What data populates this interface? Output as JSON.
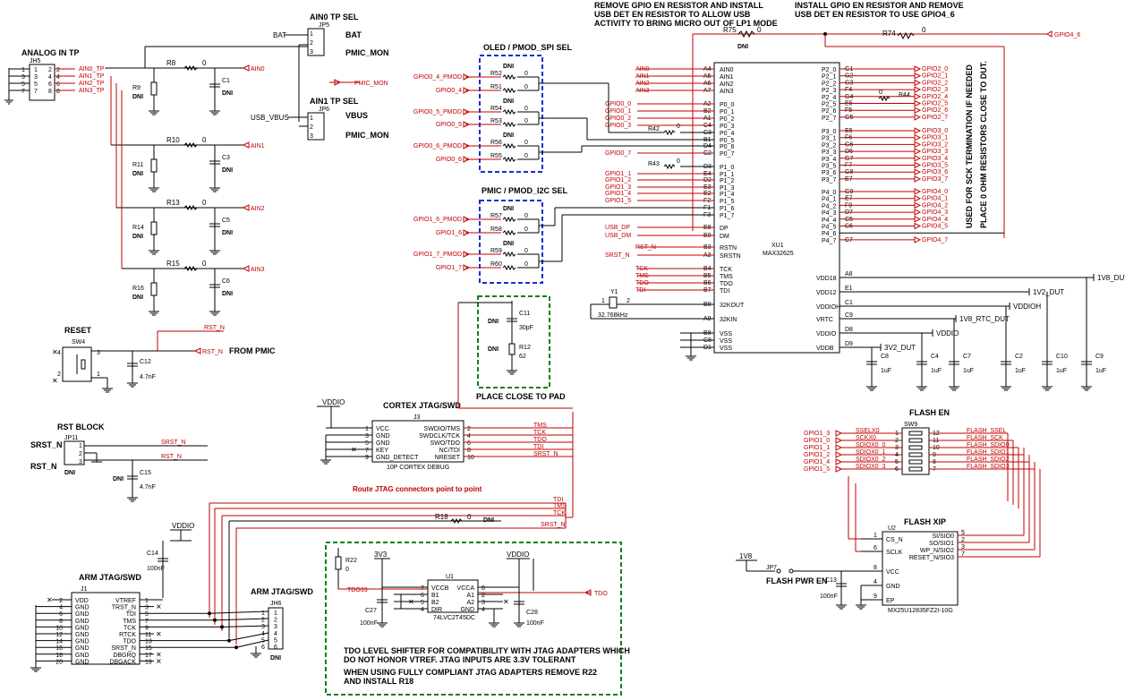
{
  "sections": {
    "analog_in_tp": "ANALOG IN TP",
    "ain0_tp_sel": "AIN0 TP SEL",
    "ain1_tp_sel": "AIN1 TP SEL",
    "oled_pmod": "OLED / PMOD_SPI SEL",
    "pmic_pmod": "PMIC / PMOD_I2C SEL",
    "reset": "RESET",
    "rst_block": "RST BLOCK",
    "cortex_jtag": "CORTEX JTAG/SWD",
    "arm_jtag1": "ARM JTAG/SWD",
    "arm_jtag2": "ARM JTAG/SWD",
    "flash_en": "FLASH EN",
    "flash_xip": "FLASH XIP",
    "place_close": "PLACE CLOSE TO PAD"
  },
  "notes": {
    "remove_gpio_1": "REMOVE GPIO EN RESISTOR AND INSTALL",
    "remove_gpio_2": "USB DET EN RESISTOR TO ALLOW USB",
    "remove_gpio_3": "ACTIVITY TO BRING MICRO OUT OF LP1 MODE",
    "install_gpio_1": "INSTALL GPIO EN RESISTOR AND REMOVE",
    "install_gpio_2": "USB DET EN RESISTOR TO USE GPIO4_6",
    "sck_1": "USED FOR SCK TERMINATION IF NEEDED",
    "sck_2": "PLACE 0 OHM RESISTORS CLOSE TO DUT.",
    "route_jtag": "Route JTAG connectors point to point",
    "tdo_1": "TDO LEVEL SHIFTER FOR COMPATIBILITY WITH JTAG ADAPTERS WHICH",
    "tdo_2": "DO NOT HONOR VTREF. JTAG INPUTS ARE 3.3V TOLERANT",
    "tdo_3": "WHEN USING FULLY COMPLIANT JTAG ADAPTERS REMOVE R22",
    "tdo_4": "AND INSTALL R18",
    "from_pmic": "FROM PMIC"
  },
  "mcu": {
    "ref": "XU1",
    "part": "MAX32625",
    "left_pins": [
      {
        "num": "A4",
        "name": "AIN0",
        "net": "AIN0"
      },
      {
        "num": "A5",
        "name": "AIN1",
        "net": "AIN1"
      },
      {
        "num": "A6",
        "name": "AIN2",
        "net": "AIN2"
      },
      {
        "num": "A7",
        "name": "AIN3",
        "net": "AIN3"
      },
      {
        "num": "A2",
        "name": "P0_0",
        "net": "GPIO0_0"
      },
      {
        "num": "B2",
        "name": "P0_1",
        "net": "GPIO0_1"
      },
      {
        "num": "A1",
        "name": "P0_2",
        "net": "GPIO0_2"
      },
      {
        "num": "C4",
        "name": "P0_3",
        "net": "GPIO0_3"
      },
      {
        "num": "C3",
        "name": "P0_4",
        "net": ""
      },
      {
        "num": "B1",
        "name": "P0_5",
        "net": ""
      },
      {
        "num": "D4",
        "name": "P0_6",
        "net": ""
      },
      {
        "num": "C2",
        "name": "P0_7",
        "net": "GPIO0_7"
      },
      {
        "num": "D3",
        "name": "P1_0",
        "net": ""
      },
      {
        "num": "E4",
        "name": "P1_1",
        "net": "GPIO1_1"
      },
      {
        "num": "D2",
        "name": "P1_2",
        "net": "GPIO1_2"
      },
      {
        "num": "E3",
        "name": "P1_3",
        "net": "GPIO1_3"
      },
      {
        "num": "E2",
        "name": "P1_4",
        "net": "GPIO1_4"
      },
      {
        "num": "F2",
        "name": "P1_5",
        "net": "GPIO1_5"
      },
      {
        "num": "F1",
        "name": "P1_6",
        "net": ""
      },
      {
        "num": "F3",
        "name": "P1_7",
        "net": ""
      },
      {
        "num": "E8",
        "name": "DP",
        "net": "USB_DP"
      },
      {
        "num": "E9",
        "name": "DM",
        "net": "USB_DM"
      },
      {
        "num": "B3",
        "name": "RSTN",
        "net": "RST_N"
      },
      {
        "num": "A3",
        "name": "SRSTN",
        "net": "SRST_N"
      },
      {
        "num": "B4",
        "name": "TCK",
        "net": "TCK"
      },
      {
        "num": "B5",
        "name": "TMS",
        "net": "TMS"
      },
      {
        "num": "B6",
        "name": "TDO",
        "net": "TDO"
      },
      {
        "num": "B7",
        "name": "TDI",
        "net": "TDI"
      },
      {
        "num": "B9",
        "name": "32KOUT",
        "net": ""
      },
      {
        "num": "A9",
        "name": "32KIN",
        "net": ""
      },
      {
        "num": "B8",
        "name": "VSS",
        "net": ""
      },
      {
        "num": "C8",
        "name": "VSS",
        "net": ""
      },
      {
        "num": "D1",
        "name": "VSS",
        "net": ""
      }
    ],
    "right_pins_a": [
      {
        "num": "G1",
        "name": "P2_0",
        "net": "GPIO2_0"
      },
      {
        "num": "G2",
        "name": "P2_1",
        "net": "GPIO2_1"
      },
      {
        "num": "G3",
        "name": "P2_2",
        "net": "GPIO2_2"
      },
      {
        "num": "F4",
        "name": "P2_3",
        "net": "GPIO2_3"
      },
      {
        "num": "G4",
        "name": "P2_4",
        "net": "GPIO2_4"
      },
      {
        "num": "E5",
        "name": "P2_5",
        "net": "GPIO2_5"
      },
      {
        "num": "F5",
        "name": "P2_6",
        "net": "GPIO2_6"
      },
      {
        "num": "G5",
        "name": "P2_7",
        "net": "GPIO2_7"
      }
    ],
    "right_pins_b": [
      {
        "num": "E6",
        "name": "P3_0",
        "net": "GPIO3_0"
      },
      {
        "num": "F6",
        "name": "P3_1",
        "net": "GPIO3_1"
      },
      {
        "num": "G6",
        "name": "P3_2",
        "net": "GPIO3_2"
      },
      {
        "num": "D6",
        "name": "P3_3",
        "net": "GPIO3_3"
      },
      {
        "num": "G7",
        "name": "P3_4",
        "net": "GPIO3_4"
      },
      {
        "num": "F7",
        "name": "P3_5",
        "net": "GPIO3_5"
      },
      {
        "num": "G8",
        "name": "P3_6",
        "net": "GPIO3_6"
      },
      {
        "num": "E7",
        "name": "P3_7",
        "net": "GPIO3_7"
      }
    ],
    "right_pins_c": [
      {
        "num": "G9",
        "name": "P4_0",
        "net": "GPIO4_0"
      },
      {
        "num": "E7",
        "name": "P4_1",
        "net": "GPIO4_1"
      },
      {
        "num": "F9",
        "name": "P4_2",
        "net": "GPIO4_2"
      },
      {
        "num": "D7",
        "name": "P4_3",
        "net": "GPIO4_3"
      },
      {
        "num": "C5",
        "name": "P4_4",
        "net": "GPIO4_4"
      },
      {
        "num": "C6",
        "name": "P4_5",
        "net": "GPIO4_5"
      },
      {
        "num": "",
        "name": "P4_6",
        "net": ""
      },
      {
        "num": "C7",
        "name": "P4_7",
        "net": "GPIO4_7"
      }
    ],
    "power_pins": [
      {
        "num": "A8",
        "name": "VDD18",
        "net": "1V8_DUT"
      },
      {
        "num": "E1",
        "name": "VDD12",
        "net": "1V2_DUT"
      },
      {
        "num": "C1",
        "name": "VDDIOH",
        "net": "VDDIOH"
      },
      {
        "num": "C9",
        "name": "VRTC",
        "net": "1V8_RTC_DUT"
      },
      {
        "num": "D8",
        "name": "VDDIO",
        "net": "VDDIO"
      },
      {
        "num": "D9",
        "name": "VDDB",
        "net": "3V2_DUT"
      }
    ]
  },
  "top": {
    "r75": "R75",
    "r75_val": "0",
    "r75_dni": "DNI",
    "r74": "R74",
    "r74_val": "0",
    "gpio4_6": "GPIO4_6",
    "r44": "R44",
    "r44_val": "0",
    "r42": "R42",
    "r42_val": "0",
    "r43": "R43",
    "r43_val": "0"
  },
  "analog": {
    "jh5": "JH5",
    "pins_left": [
      "1",
      "3",
      "5",
      "7"
    ],
    "pins_right": [
      "2",
      "4",
      "6",
      "8"
    ],
    "nets": [
      "AIN0_TP",
      "AIN1_TP",
      "AIN2_TP",
      "AIN3_TP"
    ],
    "rows": [
      {
        "r": "R8",
        "rv": "0",
        "rp": "R9",
        "c": "C1",
        "net": "AIN0"
      },
      {
        "r": "R10",
        "rv": "0",
        "rp": "R11",
        "c": "C3",
        "net": "AIN1"
      },
      {
        "r": "R13",
        "rv": "0",
        "rp": "R14",
        "c": "C5",
        "net": "AIN2"
      },
      {
        "r": "R15",
        "rv": "0",
        "rp": "R16",
        "c": "C6",
        "net": "AIN3"
      }
    ],
    "dni": "DNI"
  },
  "jp5": {
    "ref": "JP5",
    "bat": "BAT",
    "bat_lbl": "BAT",
    "pmic": "PMIC_MON",
    "p1": "1",
    "p2": "2",
    "p3": "3"
  },
  "jp6": {
    "ref": "JP6",
    "vbus_net": "USB_VBUS",
    "vbus": "VBUS",
    "pmic": "PMIC_MON",
    "p1": "1",
    "p2": "2",
    "p3": "3"
  },
  "pmic_mon_net": "PMIC_MON",
  "oled": [
    {
      "net": "GPIO0_4_PMOD",
      "r": "R52",
      "v": "0",
      "dni": "DNI"
    },
    {
      "net": "GPIO0_4",
      "r": "R51",
      "v": "0"
    },
    {
      "net": "GPIO0_5_PMOD",
      "r": "R54",
      "v": "0",
      "dni": "DNI"
    },
    {
      "net": "GPIO0_5",
      "r": "R53",
      "v": "0"
    },
    {
      "net": "GPIO0_6_PMOD",
      "r": "R56",
      "v": "0",
      "dni": "DNI"
    },
    {
      "net": "GPIO0_6",
      "r": "R55",
      "v": "0"
    }
  ],
  "pmic": [
    {
      "net": "GPIO1_6_PMOD",
      "r": "R57",
      "v": "0",
      "dni": "DNI"
    },
    {
      "net": "GPIO1_6",
      "r": "R58",
      "v": "0"
    },
    {
      "net": "GPIO1_7_PMOD",
      "r": "R59",
      "v": "0",
      "dni": "DNI"
    },
    {
      "net": "GPIO1_7",
      "r": "R60",
      "v": "0"
    }
  ],
  "crystal": {
    "ref": "Y1",
    "val": "32.768kHz",
    "p1": "1",
    "p2": "2"
  },
  "c11": {
    "ref": "C11",
    "val": "30pF",
    "dni": "DNI"
  },
  "r12": {
    "ref": "R12",
    "val": "62",
    "dni": "DNI"
  },
  "decoupling": [
    {
      "ref": "C8",
      "val": "1uF"
    },
    {
      "ref": "C4",
      "val": "1uF"
    },
    {
      "ref": "C7",
      "val": "1uF"
    },
    {
      "ref": "C2",
      "val": "1uF"
    },
    {
      "ref": "C10",
      "val": "1uF"
    },
    {
      "ref": "C9",
      "val": "1uF"
    }
  ],
  "reset_blk": {
    "sw": "SW4",
    "p4": "4",
    "p3": "3",
    "p2": "2",
    "p1": "1",
    "rst": "RST_N",
    "c": "C12",
    "cv": "4.7nF"
  },
  "rst_block": {
    "jp": "JP11",
    "srst": "SRST_N",
    "rst": "RST_N",
    "srst_lbl": "SRST_N",
    "rst_lbl": "RST_N",
    "p1": "1",
    "p2": "2",
    "p3": "3",
    "c": "C15",
    "cv": "4.7nF",
    "dni": "DNI"
  },
  "j3": {
    "ref": "J3",
    "part": "10P CORTEX DEBUG",
    "vddio": "VDDIO",
    "left": [
      {
        "n": "1",
        "name": "VCC"
      },
      {
        "n": "3",
        "name": "GND"
      },
      {
        "n": "5",
        "name": "GND"
      },
      {
        "n": "7",
        "name": "KEY"
      },
      {
        "n": "9",
        "name": "GND_DETECT"
      }
    ],
    "right": [
      {
        "n": "2",
        "name": "SWDIO/TMS",
        "net": "TMS"
      },
      {
        "n": "4",
        "name": "SWDCLK/TCK",
        "net": "TCK"
      },
      {
        "n": "6",
        "name": "SWO/TDO",
        "net": "TDO"
      },
      {
        "n": "8",
        "name": "NC/TDI",
        "net": "TDI"
      },
      {
        "n": "10",
        "name": "NRESET",
        "net": "SRST_N"
      }
    ]
  },
  "j1": {
    "ref": "J1",
    "vddio": "VDDIO",
    "c14": "C14",
    "c14v": "100nF",
    "left": [
      {
        "n": "2",
        "name": "VDD"
      },
      {
        "n": "4",
        "name": "GND"
      },
      {
        "n": "6",
        "name": "GND"
      },
      {
        "n": "8",
        "name": "GND"
      },
      {
        "n": "10",
        "name": "GND"
      },
      {
        "n": "12",
        "name": "GND"
      },
      {
        "n": "14",
        "name": "GND"
      },
      {
        "n": "16",
        "name": "GND"
      },
      {
        "n": "18",
        "name": "GND"
      },
      {
        "n": "20",
        "name": "GND"
      }
    ],
    "right": [
      {
        "n": "1",
        "name": "VTREF"
      },
      {
        "n": "3",
        "name": "TRST_N"
      },
      {
        "n": "5",
        "name": "TDI"
      },
      {
        "n": "7",
        "name": "TMS"
      },
      {
        "n": "9",
        "name": "TCK"
      },
      {
        "n": "11",
        "name": "RTCK"
      },
      {
        "n": "13",
        "name": "TDO"
      },
      {
        "n": "15",
        "name": "SRST_N"
      },
      {
        "n": "17",
        "name": "DBGRQ"
      },
      {
        "n": "19",
        "name": "DBGACK"
      }
    ]
  },
  "jh6": {
    "ref": "JH6",
    "pins": [
      "1",
      "2",
      "3",
      "4",
      "5",
      "6"
    ],
    "dni": "DNI"
  },
  "jtag_nets": {
    "tdi": "TDI",
    "tms": "TMS",
    "tck": "TCK",
    "srst": "SRST_N",
    "r18": "R18",
    "r18v": "0",
    "r18dni": "DNI"
  },
  "u1": {
    "ref": "U1",
    "part": "74LVC2T45DC",
    "v33": "3V3",
    "vddio": "VDDIO",
    "left": [
      {
        "n": "7",
        "name": "VCCB"
      },
      {
        "n": "6",
        "name": "B1"
      },
      {
        "n": "5",
        "name": "B2"
      },
      {
        "n": "4",
        "name": "DIR"
      }
    ],
    "right": [
      {
        "n": "8",
        "name": "VCCA"
      },
      {
        "n": "2",
        "name": "A1"
      },
      {
        "n": "3",
        "name": "A2"
      },
      {
        "n": "4",
        "name": "GND"
      }
    ],
    "r22": "R22",
    "r22v": "0",
    "tdo33": "TDO33",
    "tdo": "TDO",
    "c27": "C27",
    "c27v": "100nF",
    "c28": "C28",
    "c28v": "100nF"
  },
  "sw9": {
    "ref": "SW9",
    "rows": [
      {
        "in": "GPIO1_3",
        "net": "SSELX0",
        "l": "1",
        "r": "12",
        "out": "FLASH_SSEL"
      },
      {
        "in": "GPIO1_0",
        "net": "SCKX0",
        "l": "2",
        "r": "11",
        "out": "FLASH_SCK"
      },
      {
        "in": "GPIO1_1",
        "net": "SDIOX0_0",
        "l": "3",
        "r": "10",
        "out": "FLASH_SDIO0"
      },
      {
        "in": "GPIO1_2",
        "net": "SDIOX0_1",
        "l": "4",
        "r": "9",
        "out": "FLASH_SDIO1"
      },
      {
        "in": "GPIO1_4",
        "net": "SDIOX0_2",
        "l": "5",
        "r": "8",
        "out": "FLASH_SDIO2"
      },
      {
        "in": "GPIO1_5",
        "net": "SDIOX0_3",
        "l": "6",
        "r": "7",
        "out": "FLASH_SDIO3"
      }
    ]
  },
  "u2": {
    "ref": "U2",
    "part": "MX25U12835FZ2I-10G",
    "left": [
      {
        "n": "1",
        "name": "CS_N"
      },
      {
        "n": "6",
        "name": "SCLK"
      },
      {
        "n": "8",
        "name": "VCC"
      },
      {
        "n": "4",
        "name": "GND"
      },
      {
        "n": "9",
        "name": "EP"
      }
    ],
    "right": [
      {
        "n": "5",
        "name": "SI/SIO0"
      },
      {
        "n": "2",
        "name": "SO/SIO1"
      },
      {
        "n": "3",
        "name": "WP_N/SIO2"
      },
      {
        "n": "7",
        "name": "RESET_N/SIO3"
      }
    ],
    "v18": "1V8",
    "jp7": "JP7",
    "flash_pwr": "FLASH PWR EN",
    "c13": "C13",
    "c13v": "100nF"
  }
}
